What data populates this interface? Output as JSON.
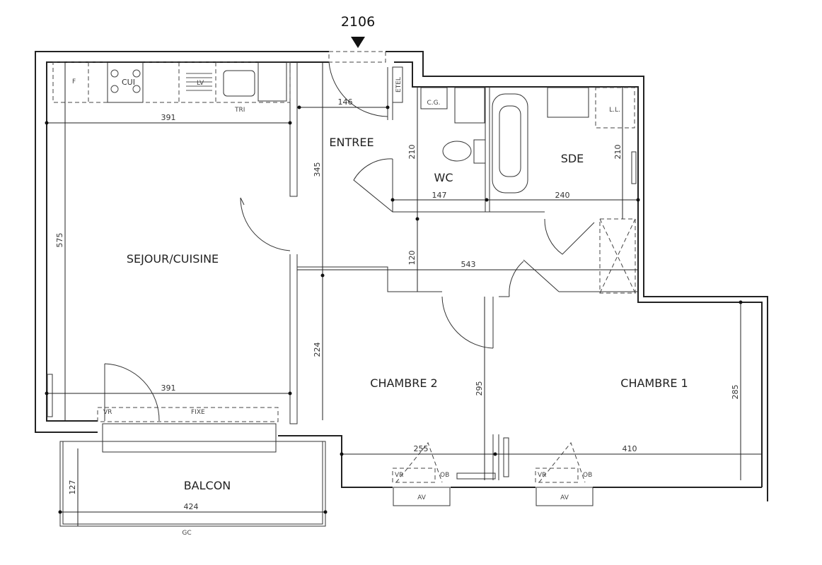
{
  "plan": {
    "unit_number": "2106",
    "rooms": {
      "entree": "ENTREE",
      "sejour": "SEJOUR/CUISINE",
      "wc": "WC",
      "sde": "SDE",
      "chambre2": "CHAMBRE 2",
      "chambre1": "CHAMBRE 1",
      "balcon": "BALCON"
    },
    "fixtures": {
      "fridge": "F",
      "cooktop": "CUI",
      "dishwasher": "LV",
      "sorting": "TRI",
      "electric_panel": "ETEL",
      "boiler": "C.G.",
      "washer": "L.L.",
      "gc": "GC"
    },
    "windows": {
      "vr": "VR",
      "fixe": "FIXE",
      "ob": "OB",
      "av": "AV"
    },
    "dimensions": {
      "entree_width": "146",
      "kitchen_width": "391",
      "entree_length": "345",
      "wc_length": "210",
      "sde_length": "210",
      "wc_width": "147",
      "sde_width": "240",
      "sejour_length": "575",
      "hall_width": "120",
      "hall_length": "543",
      "sejour_lower": "224",
      "chambre2_length": "295",
      "chambre1_length": "285",
      "sejour_width": "391",
      "chambre2_width": "255",
      "chambre1_width": "410",
      "balcon_depth": "127",
      "balcon_width": "424"
    }
  }
}
